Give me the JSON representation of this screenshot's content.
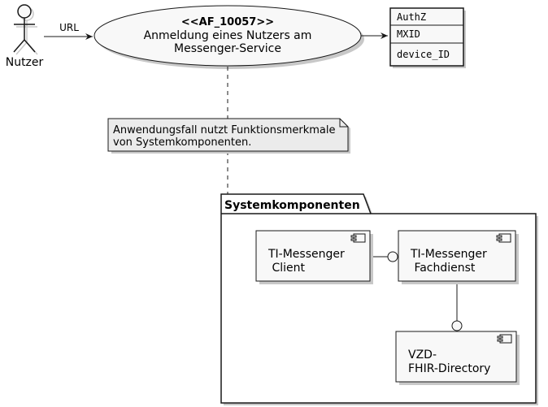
{
  "actor": {
    "label": "Nutzer"
  },
  "flow": {
    "edge_label": "URL"
  },
  "usecase": {
    "stereotype": "<<AF_10057>>",
    "line1": "Anmeldung eines Nutzers am",
    "line2": "Messenger-Service"
  },
  "class_box": {
    "fields": [
      "AuthZ",
      "MXID",
      "device_ID"
    ]
  },
  "note": {
    "line1": "Anwendungsfall nutzt Funktionsmerkmale",
    "line2": "von Systemkomponenten."
  },
  "package": {
    "title": "Systemkomponenten",
    "components": [
      {
        "line1": "TI-Messenger",
        "line2": " Client"
      },
      {
        "line1": "TI-Messenger",
        "line2": " Fachdienst"
      },
      {
        "line1": "VZD-",
        "line2": "FHIR-Directory"
      }
    ]
  },
  "colors": {
    "fill": "#f8f8f8",
    "note_fill": "#ebebeb",
    "stroke": "#181818",
    "shadow": "#c8c8c8"
  }
}
